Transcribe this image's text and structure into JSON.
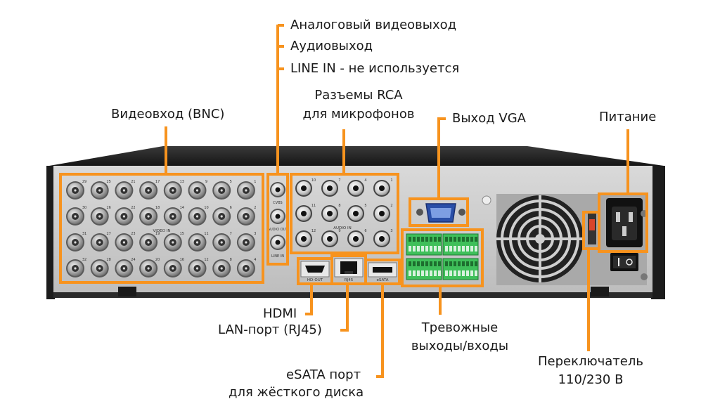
{
  "accent_color": "#f7931e",
  "callouts": {
    "video_in": "Видеовход (BNC)",
    "analog_video_out": "Аналоговый видеовыход",
    "audio_out": "Аудиовыход",
    "line_in": "LINE IN - не используется",
    "rca_line1": "Разъемы RCA",
    "rca_line2": "для микрофонов",
    "vga_out": "Выход VGA",
    "power": "Питание",
    "hdmi": "HDMI",
    "lan": "LAN-порт (RJ45)",
    "alarm_line1": "Тревожные",
    "alarm_line2": "выходы/входы",
    "esata_line1": "eSATA порт",
    "esata_line2": "для жёсткого диска",
    "switch_line1": "Переключатель",
    "switch_line2": "110/230 В"
  },
  "panel_labels": {
    "video_in": "VIDEO IN",
    "cvbs": "CVBS",
    "audio_out": "AUDIO OUT",
    "line_in": "LINE IN",
    "audio_in": "AUDIO IN",
    "hd_out": "HD-OUT",
    "rj45": "RJ45",
    "esata": "eSATA"
  },
  "bnc_numbers": [
    [
      "29",
      "25",
      "21",
      "17",
      "13",
      "9",
      "5",
      "1"
    ],
    [
      "30",
      "26",
      "22",
      "18",
      "14",
      "10",
      "6",
      "2"
    ],
    [
      "31",
      "27",
      "23",
      "19",
      "15",
      "11",
      "7",
      "3"
    ],
    [
      "32",
      "28",
      "24",
      "20",
      "16",
      "12",
      "8",
      "4"
    ]
  ],
  "rca_numbers": [
    [
      "10",
      "7",
      "4",
      "1"
    ],
    [
      "11",
      "8",
      "5",
      "2"
    ],
    [
      "12",
      "9",
      "6",
      "3"
    ]
  ],
  "icons": [
    "bnc-connector-icon",
    "rca-connector-icon",
    "vga-port-icon",
    "hdmi-port-icon",
    "rj45-port-icon",
    "esata-port-icon",
    "terminal-block-icon",
    "fan-grille-icon",
    "power-socket-icon",
    "rocker-switch-icon",
    "voltage-switch-icon"
  ]
}
